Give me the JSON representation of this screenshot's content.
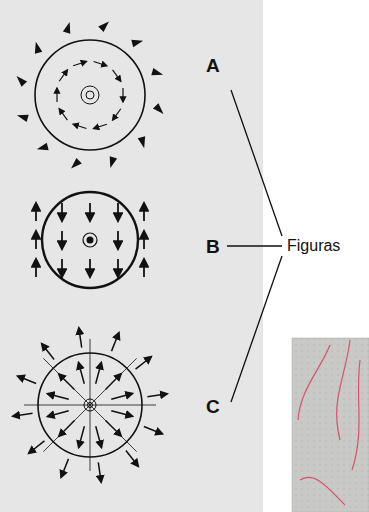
{
  "diagram": {
    "labels": [
      "A",
      "B",
      "Figuras",
      "C"
    ]
  }
}
